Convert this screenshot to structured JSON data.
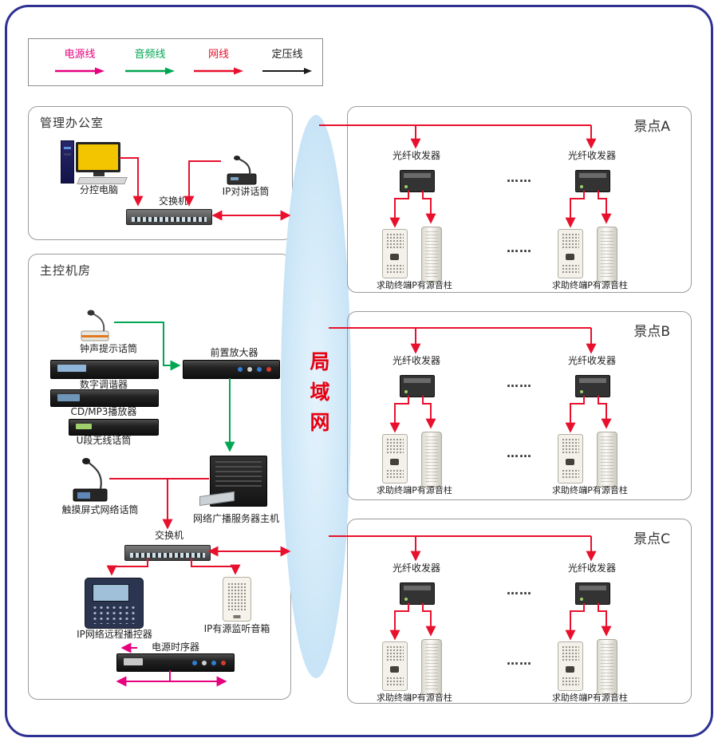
{
  "colors": {
    "frame": "#2e3192",
    "power_line": "#e6007e",
    "audio_line": "#00a651",
    "network_line": "#e8112d",
    "voltage_line": "#1a1a1a",
    "lan_fill": "#cfe8f8",
    "lan_text": "#e60012"
  },
  "legend": {
    "items": [
      {
        "name": "power",
        "label": "电源线"
      },
      {
        "name": "audio",
        "label": "音频线"
      },
      {
        "name": "network",
        "label": "网线"
      },
      {
        "name": "voltage",
        "label": "定压线"
      }
    ]
  },
  "office": {
    "title": "管理办公室",
    "computer_label": "分控电脑",
    "intercom_mic_label": "IP对讲话筒",
    "switch_label": "交换机"
  },
  "control_room": {
    "title": "主控机房",
    "bell_mic_label": "钟声提示话筒",
    "preamp_label": "前置放大器",
    "tuner_label": "数字调谐器",
    "cd_player_label": "CD/MP3播放器",
    "wireless_mic_label": "U段无线话筒",
    "touch_mic_label": "触摸屏式网络话筒",
    "server_label": "网络广播服务器主机",
    "switch_label": "交换机",
    "remote_controller_label": "IP网络远程播控器",
    "monitor_speaker_label": "IP有源监听音箱",
    "sequencer_label": "电源时序器"
  },
  "lan": {
    "label": "局域网"
  },
  "site_common": {
    "transceiver_label": "光纤收发器",
    "terminal_label": "求助终端",
    "column_label": "IP有源音柱",
    "dots": "……"
  },
  "sites": [
    {
      "title": "景点A"
    },
    {
      "title": "景点B"
    },
    {
      "title": "景点C"
    }
  ]
}
